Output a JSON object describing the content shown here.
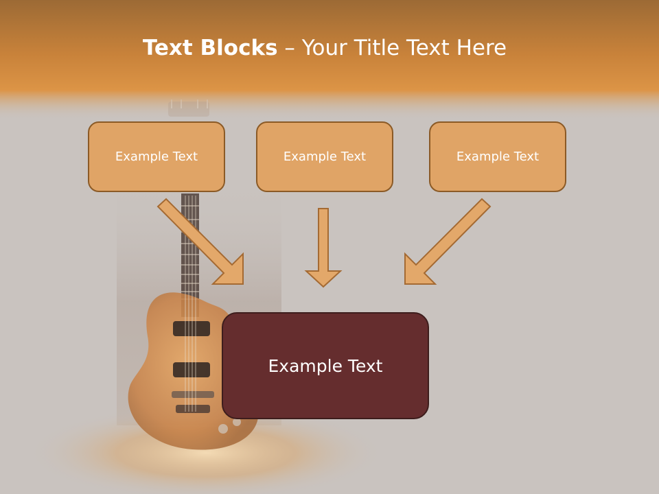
{
  "title": {
    "bold": "Text Blocks",
    "dash": " – ",
    "rest": "Your Title Text Here"
  },
  "boxes": {
    "left": "Example Text",
    "middle": "Example Text",
    "right": "Example Text",
    "center": "Example Text"
  },
  "colors": {
    "header_orange": "#d98f40",
    "small_box_fill": "#e0a466",
    "small_box_border": "#8b5a26",
    "center_box_fill": "#652d2e",
    "arrow_fill": "#e3a86a"
  }
}
